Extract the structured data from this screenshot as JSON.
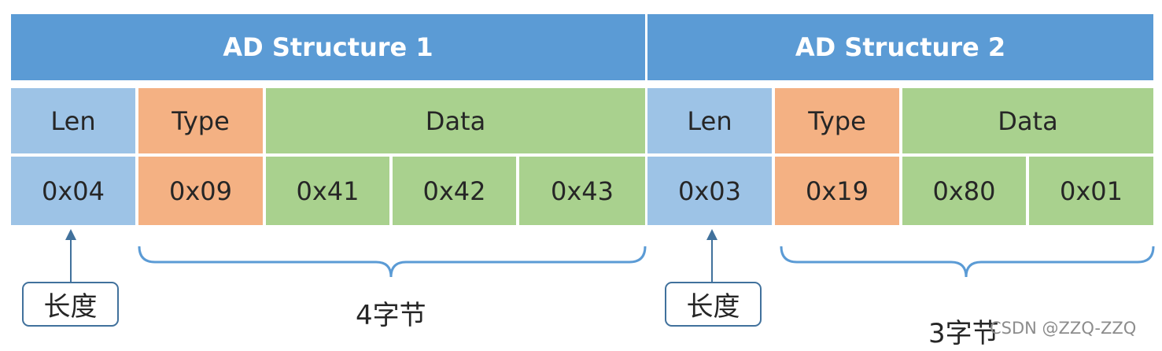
{
  "colors": {
    "header": "#5b9bd5",
    "len": "#9dc3e6",
    "type": "#f4b183",
    "data": "#a9d18e",
    "annotation": "#41719c"
  },
  "structures": [
    {
      "title": "AD Structure 1",
      "fields": {
        "len": "Len",
        "type": "Type",
        "data": "Data"
      },
      "len_value": "0x04",
      "type_value": "0x09",
      "data_values": [
        "0x41",
        "0x42",
        "0x43"
      ],
      "len_note": "长度",
      "bytes_note": "4字节"
    },
    {
      "title": "AD Structure 2",
      "fields": {
        "len": "Len",
        "type": "Type",
        "data": "Data"
      },
      "len_value": "0x03",
      "type_value": "0x19",
      "data_values": [
        "0x80",
        "0x01"
      ],
      "len_note": "长度",
      "bytes_note": "3字节"
    }
  ],
  "watermark": "CSDN @ZZQ-ZZQ"
}
